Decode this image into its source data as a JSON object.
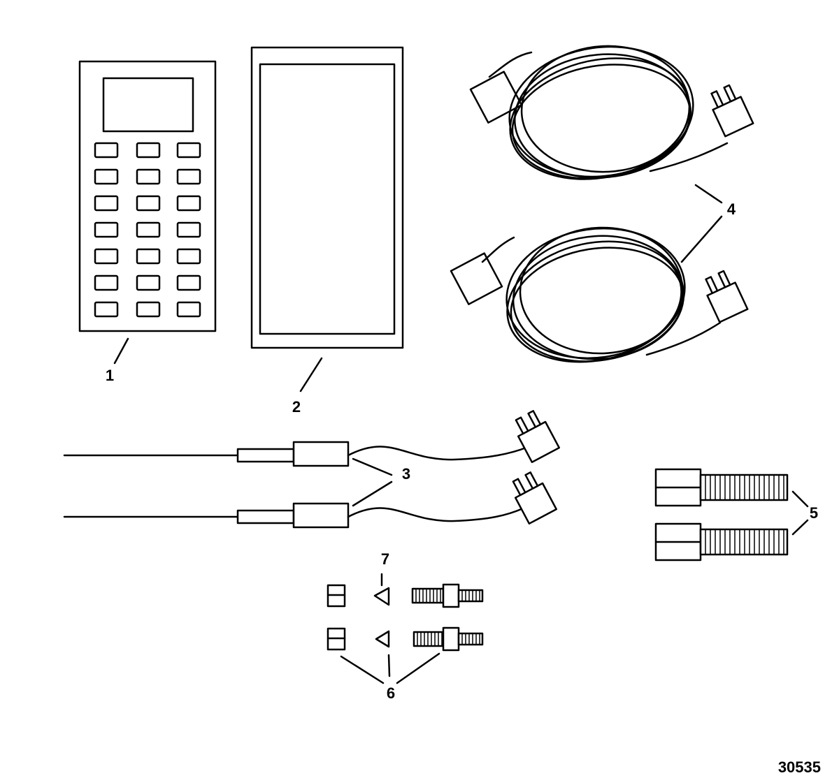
{
  "callouts": {
    "c1": "1",
    "c2": "2",
    "c3": "3",
    "c4": "4",
    "c5": "5",
    "c6": "6",
    "c7": "7"
  },
  "figure_number": "30535"
}
